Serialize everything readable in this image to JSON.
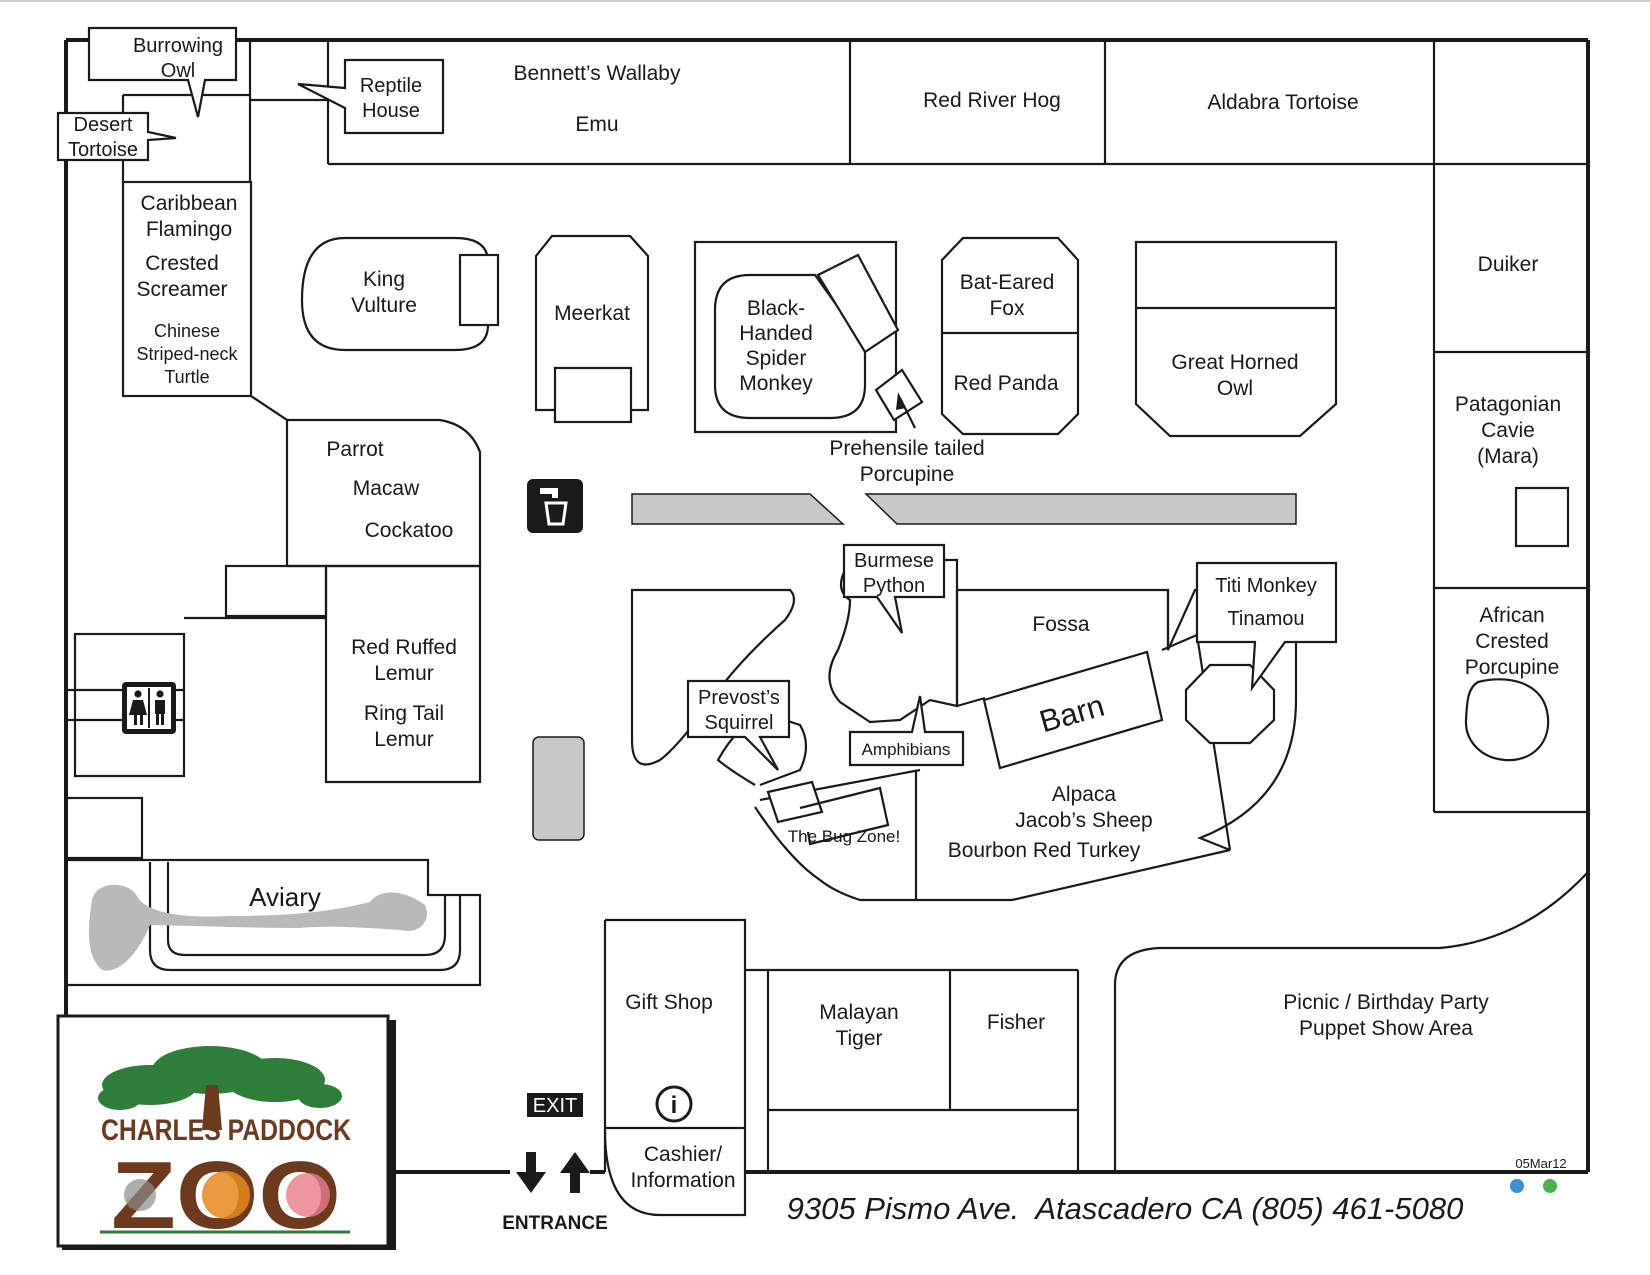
{
  "map": {
    "exhibits": {
      "burrowing_owl": [
        "Burrowing",
        "Owl"
      ],
      "desert_tortoise": [
        "Desert",
        "Tortoise"
      ],
      "reptile_house": [
        "Reptile",
        "House"
      ],
      "bennetts_wallaby": "Bennett’s Wallaby",
      "emu": "Emu",
      "red_river_hog": "Red River Hog",
      "aldabra_tortoise": "Aldabra Tortoise",
      "caribbean_flamingo": [
        "Caribbean",
        "Flamingo"
      ],
      "crested_screamer": [
        "Crested",
        "Screamer"
      ],
      "chinese_turtle": [
        "Chinese",
        "Striped-neck",
        "Turtle"
      ],
      "king_vulture": [
        "King",
        "Vulture"
      ],
      "meerkat": "Meerkat",
      "spider_monkey": [
        "Black-",
        "Handed",
        "Spider",
        "Monkey"
      ],
      "bat_eared_fox": [
        "Bat-Eared",
        "Fox"
      ],
      "red_panda": "Red Panda",
      "great_horned_owl": [
        "Great Horned",
        "Owl"
      ],
      "duiker": "Duiker",
      "patagonian_cavie": [
        "Patagonian",
        "Cavie",
        "(Mara)"
      ],
      "porcupine": [
        "Prehensile tailed",
        "Porcupine"
      ],
      "parrot": "Parrot",
      "macaw": "Macaw",
      "cockatoo": "Cockatoo",
      "burmese_python": [
        "Burmese",
        "Python"
      ],
      "titi_monkey": "Titi Monkey",
      "tinamou": "Tinamou",
      "fossa": "Fossa",
      "african_porcupine": [
        "African",
        "Crested",
        "Porcupine"
      ],
      "red_ruffed_lemur": [
        "Red Ruffed",
        "Lemur"
      ],
      "ring_tail_lemur": [
        "Ring Tail",
        "Lemur"
      ],
      "prevosts_squirrel": [
        "Prevost’s",
        "Squirrel"
      ],
      "amphibians": "Amphibians",
      "barn": "Barn",
      "bug_zone": "The Bug Zone!",
      "alpaca": "Alpaca",
      "jacobs_sheep": "Jacob’s Sheep",
      "turkey": "Bourbon Red Turkey",
      "aviary": "Aviary",
      "gift_shop": "Gift Shop",
      "malayan_tiger": [
        "Malayan",
        "Tiger"
      ],
      "fisher": "Fisher",
      "picnic": [
        "Picnic / Birthday Party",
        "Puppet Show Area"
      ],
      "cashier": [
        "Cashier/",
        "Information"
      ]
    },
    "signs": {
      "exit": "EXIT",
      "entrance": "ENTRANCE",
      "info_symbol": "i"
    },
    "address": "9305 Pismo Ave.  Atascadero CA (805) 461-5080",
    "revision": "05Mar12",
    "logo": {
      "line1": "CHARLES PADDOCK",
      "line2": "ZOO"
    },
    "icons": [
      "drinking-fountain-icon",
      "restroom-icon",
      "info-icon",
      "exit-arrow-icon",
      "entrance-arrow-icon",
      "tree-logo-icon"
    ],
    "colors": {
      "ink": "#1a1a1a",
      "path_grey": "#c8c8c8",
      "tree_green": "#2e7d3a",
      "trunk_brown": "#6b3a1f",
      "tiger_orange": "#e8891d",
      "flamingo_pink": "#e87c8a",
      "dot_blue": "#3a8fd8",
      "dot_green": "#4caf50"
    }
  }
}
